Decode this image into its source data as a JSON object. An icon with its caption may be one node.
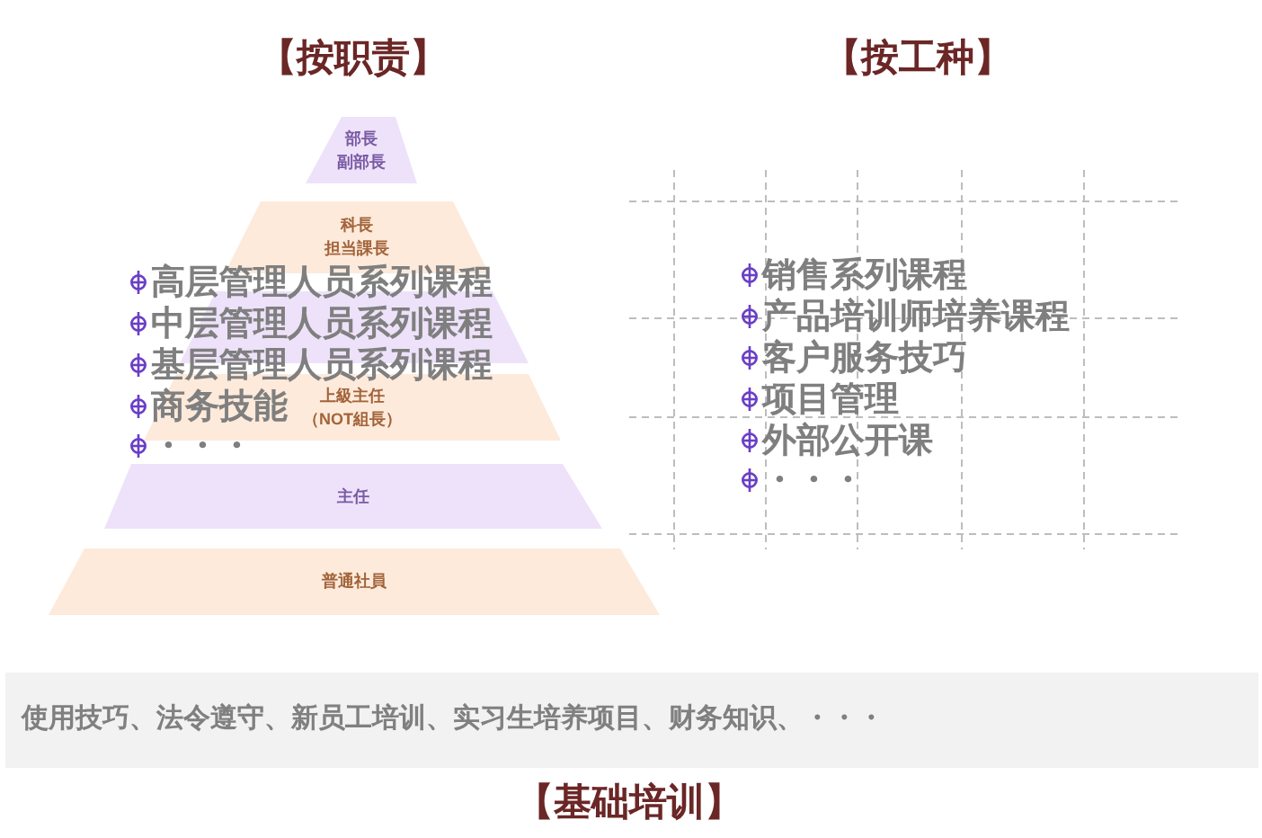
{
  "diagram": {
    "nodes": [
      {
        "text": [
          "部長",
          "副部長"
        ]
      },
      {
        "text": [
          "科長",
          "担当課長"
        ]
      },
      {
        "text": [],
        "shape": "trapezoid"
      },
      {
        "text": [
          "上級主任",
          "（NOT組長）"
        ]
      },
      {
        "text": [
          "主任"
        ]
      },
      {
        "text": [
          "普通社員"
        ]
      },
      {
        "text": [
          "使用技巧、法令遵守、新员工培训、实习生培养项目、财务知识、・・・"
        ],
        "beside": [
          "【基础培训】"
        ]
      }
    ],
    "edges": [],
    "labels": [
      "【按职责】",
      "【按工种】",
      "高层管理人员系列课程",
      "中层管理人员系列课程",
      "基层管理人员系列课程",
      "商务技能",
      "・・・",
      "销售系列课程",
      "产品培训师培养课程",
      "客户服务技巧",
      "项目管理",
      "外部公开课",
      "・・・"
    ]
  }
}
